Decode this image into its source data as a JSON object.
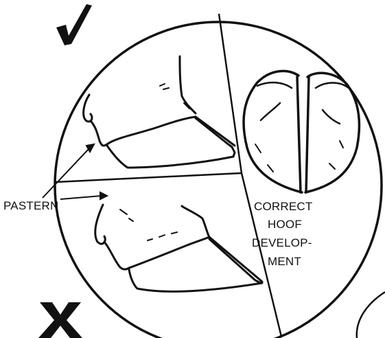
{
  "labels": {
    "pastern": "PASTERN",
    "correct_lines": [
      "CORRECT",
      "HOOF",
      "DEVELOP-",
      "MENT"
    ]
  },
  "marks": {
    "check": "checkmark-icon",
    "cross": "cross-icon"
  },
  "colors": {
    "ink": "#111111",
    "paper": "#ffffff"
  }
}
